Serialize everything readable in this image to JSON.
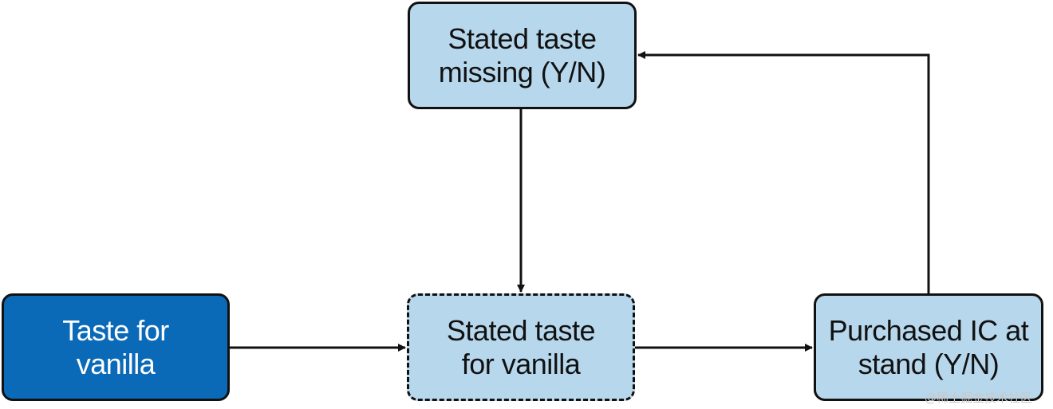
{
  "diagram": {
    "nodes": {
      "stated_taste_missing": {
        "line1": "Stated taste",
        "line2": "missing (Y/N)"
      },
      "taste_for_vanilla": {
        "line1": "Taste for",
        "line2": "vanilla"
      },
      "stated_taste_for_vanilla": {
        "line1": "Stated taste",
        "line2": "for vanilla"
      },
      "purchased_ic": {
        "line1": "Purchased IC at",
        "line2": "stand (Y/N)"
      }
    },
    "edges": [
      {
        "from": "Taste for vanilla",
        "to": "Stated taste for vanilla"
      },
      {
        "from": "Stated taste missing (Y/N)",
        "to": "Stated taste for vanilla"
      },
      {
        "from": "Stated taste for vanilla",
        "to": "Purchased IC at stand (Y/N)"
      },
      {
        "from": "Purchased IC at stand (Y/N)",
        "to": "Stated taste missing (Y/N)"
      }
    ],
    "colors": {
      "node_fill": "#b7d7ec",
      "node_fill_dark": "#0a6ab8",
      "stroke": "#111111"
    }
  },
  "watermark": "@稀土掘金技术社区"
}
